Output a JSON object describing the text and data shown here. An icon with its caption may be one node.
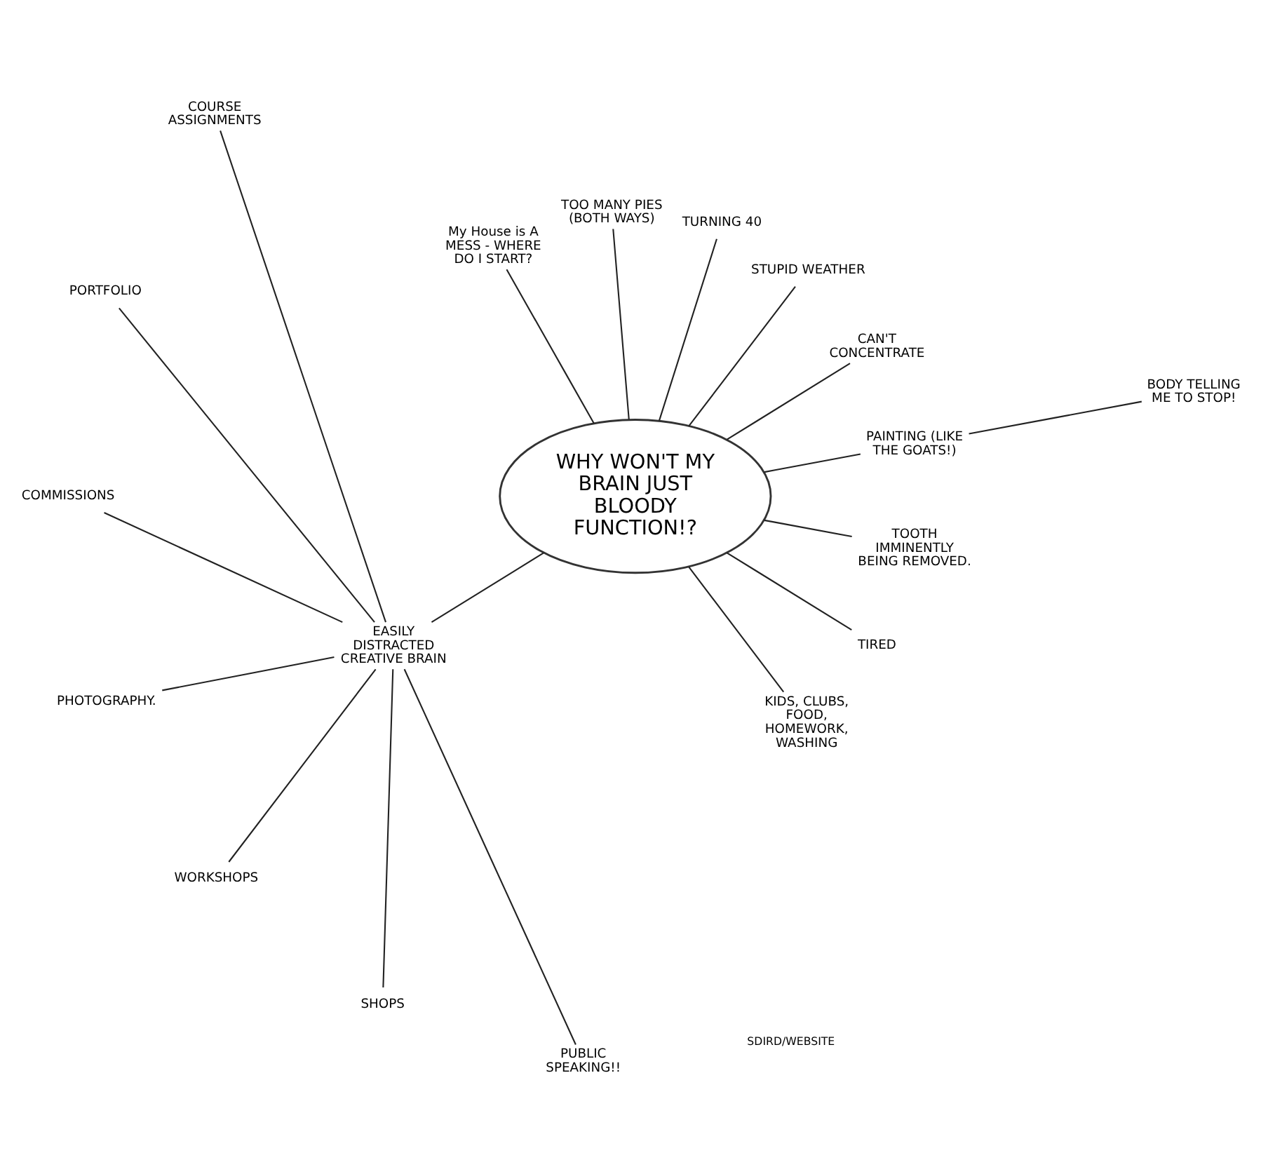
{
  "diagram": {
    "nodes": [
      {
        "text": [
          "WHY WON'T MY BRAIN JUST BLOODY FUNCTION!?"
        ]
      },
      {
        "text": [
          "BODY TELLING ME TO STOP!"
        ]
      },
      {
        "text": [
          "PAINTING (LIKE THE GOATS!)"
        ]
      },
      {
        "text": [
          "CAN'T CONCENTRATE"
        ]
      },
      {
        "text": [
          "STUPID WEATHER"
        ]
      },
      {
        "text": [
          "TURNING 40"
        ]
      },
      {
        "text": [
          "TOO MANY PIES (BOTH WAYS)"
        ]
      },
      {
        "text": [
          "My House is A MESS - WHERE DO I START?"
        ]
      },
      {
        "text": [
          "EASILY DISTRACTED CREATIVE BRAIN"
        ]
      },
      {
        "text": [
          "COURSE ASSIGNMENTS"
        ]
      },
      {
        "text": [
          "PORTFOLIO"
        ]
      },
      {
        "text": [
          "COMMISSIONS"
        ]
      },
      {
        "text": [
          "PHOTOGRAPHY."
        ]
      },
      {
        "text": [
          "WORKSHOPS"
        ]
      },
      {
        "text": [
          "SHOPS"
        ]
      },
      {
        "text": [
          "PUBLIC SPEAKING!!"
        ]
      },
      {
        "text": [
          "KIDS, CLUBS, FOOD, HOMEWORK, WASHING"
        ]
      },
      {
        "text": [
          "TIRED"
        ]
      },
      {
        "text": [
          "TOOTH IMMINENTLY BEING REMOVED."
        ]
      }
    ],
    "edges": [
      {
        "from": 1,
        "to": 2,
        "arrow": "none"
      },
      {
        "from": 0,
        "to": 2,
        "arrow": "none"
      },
      {
        "from": 0,
        "to": 3,
        "arrow": "none"
      },
      {
        "from": 0,
        "to": 4,
        "arrow": "none"
      },
      {
        "from": 0,
        "to": 5,
        "arrow": "none"
      },
      {
        "from": 0,
        "to": 6,
        "arrow": "none"
      },
      {
        "from": 0,
        "to": 7,
        "arrow": "none"
      },
      {
        "from": 0,
        "to": 8,
        "arrow": "none"
      },
      {
        "from": 8,
        "to": 9,
        "arrow": "none"
      },
      {
        "from": 8,
        "to": 10,
        "arrow": "none"
      },
      {
        "from": 8,
        "to": 11,
        "arrow": "none"
      },
      {
        "from": 8,
        "to": 12,
        "arrow": "none"
      },
      {
        "from": 8,
        "to": 13,
        "arrow": "none"
      },
      {
        "from": 8,
        "to": 14,
        "arrow": "none"
      },
      {
        "from": 8,
        "to": 15,
        "arrow": "none"
      },
      {
        "from": 0,
        "to": 16,
        "arrow": "none"
      },
      {
        "from": 0,
        "to": 17,
        "arrow": "none"
      },
      {
        "from": 0,
        "to": 18,
        "arrow": "none"
      }
    ],
    "labels": [
      "SDIRD/WEBSITE"
    ]
  }
}
